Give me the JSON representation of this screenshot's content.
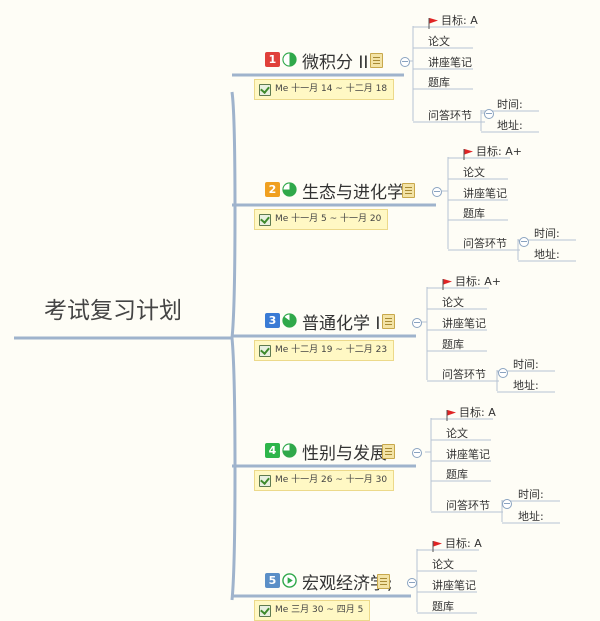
{
  "root": {
    "title": "考试复习计划"
  },
  "topics": [
    {
      "priority": "1",
      "priority_color": "#e0403a",
      "progress_icon": "half-progress",
      "label": "微积分 II",
      "task": "Me 十一月 14 ~ 十二月 18",
      "goal": "目标: A",
      "items": [
        "论文",
        "讲座笔记",
        "题库",
        "问答环节"
      ],
      "qa_items": [
        "时间:",
        "地址:"
      ]
    },
    {
      "priority": "2",
      "priority_color": "#f0a020",
      "progress_icon": "three-quarter-progress",
      "label": "生态与进化学",
      "task": "Me 十一月 5 ~ 十一月 20",
      "goal": "目标: A+",
      "items": [
        "论文",
        "讲座笔记",
        "题库",
        "问答环节"
      ],
      "qa_items": [
        "时间:",
        "地址:"
      ]
    },
    {
      "priority": "3",
      "priority_color": "#3a7bd5",
      "progress_icon": "mostly-done-progress",
      "label": "普通化学 I",
      "task": "Me 十二月 19 ~ 十二月 23",
      "goal": "目标: A+",
      "items": [
        "论文",
        "讲座笔记",
        "题库",
        "问答环节"
      ],
      "qa_items": [
        "时间:",
        "地址:"
      ]
    },
    {
      "priority": "4",
      "priority_color": "#2db54a",
      "progress_icon": "three-quarter-progress",
      "label": "性别与发展",
      "task": "Me 十一月 26 ~ 十一月 30",
      "goal": "目标: A",
      "items": [
        "论文",
        "讲座笔记",
        "题库",
        "问答环节"
      ],
      "qa_items": [
        "时间:",
        "地址:"
      ]
    },
    {
      "priority": "5",
      "priority_color": "#5b8fc7",
      "progress_icon": "play-icon",
      "label": "宏观经济学;",
      "task": "Me 三月 30 ~ 四月 5",
      "goal": "目标: A",
      "items": [
        "论文",
        "讲座笔记",
        "题库"
      ],
      "qa_items": []
    }
  ],
  "colors": {
    "branch_line": "#9fb3cc",
    "sub_line": "#b7c4d4",
    "flag": "#e02424",
    "progress": "#2fa84a"
  }
}
